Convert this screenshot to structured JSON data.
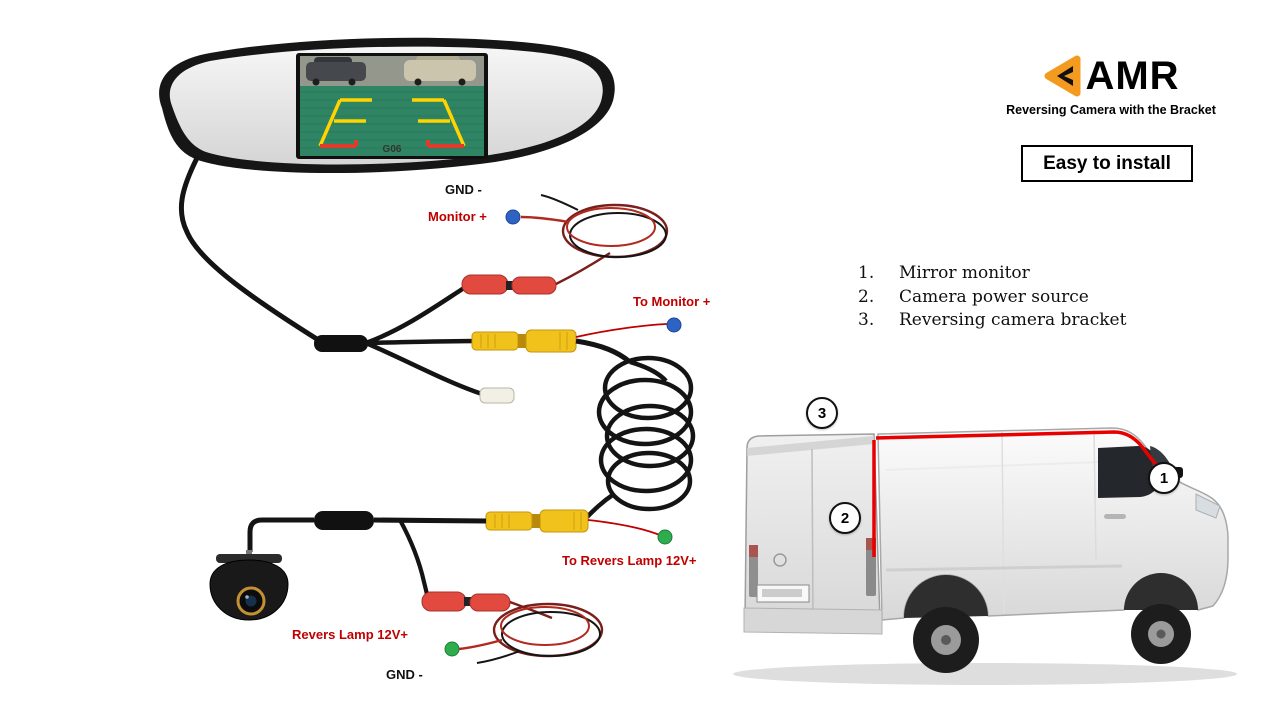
{
  "brand": {
    "name": "AMR",
    "tagline": "Reversing Camera with the Bracket",
    "badge": "Easy to install"
  },
  "monitor": {
    "screen_label": "G06"
  },
  "wiring": {
    "gnd_top": "GND -",
    "monitor_plus": "Monitor +",
    "to_monitor_plus": "To Monitor +",
    "to_revers_lamp": "To Revers Lamp 12V+",
    "revers_lamp": "Revers Lamp 12V+",
    "gnd_bottom": "GND -"
  },
  "parts_list": {
    "items": [
      {
        "num": "1.",
        "label": "Mirror monitor"
      },
      {
        "num": "2.",
        "label": "Camera power source"
      },
      {
        "num": "3.",
        "label": "Reversing camera bracket"
      }
    ]
  },
  "van_markers": {
    "m1": "1",
    "m2": "2",
    "m3": "3"
  },
  "colors": {
    "label_red": "#c00000",
    "logo_orange": "#f49a1f",
    "dot_blue": "#2e63c4",
    "dot_green": "#2eac4e",
    "connector_yellow": "#f2c21c",
    "connector_red": "#e2493f",
    "cable_route_red": "#e80000"
  }
}
